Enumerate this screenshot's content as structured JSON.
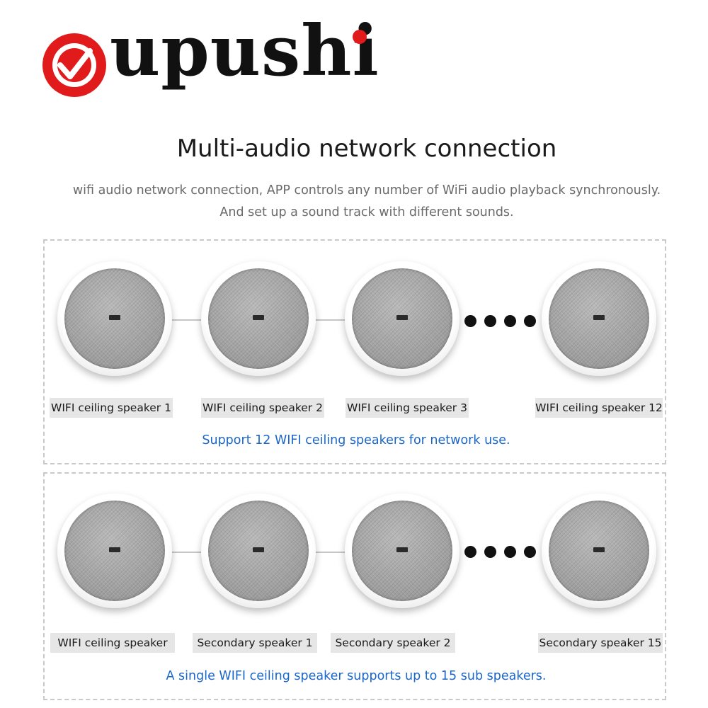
{
  "logo": {
    "text": "upushi",
    "brand_red": "#e11b1b",
    "icon": "oupushi-circle-logo-icon"
  },
  "header": {
    "title": "Multi-audio network connection",
    "description_line1": "wifi audio network connection, APP controls any number of WiFi audio playback synchronously.",
    "description_line2": "And set up a sound track with different sounds."
  },
  "panel1": {
    "labels": [
      "WIFI ceiling speaker 1",
      "WIFI ceiling speaker 2",
      "WIFI ceiling speaker 3",
      "WIFI ceiling speaker 12"
    ],
    "caption": "Support 12 WIFI ceiling speakers for network use."
  },
  "panel2": {
    "labels": [
      "WIFI ceiling speaker",
      "Secondary speaker 1",
      "Secondary speaker 2",
      "Secondary speaker 15"
    ],
    "caption": "A single WIFI ceiling speaker supports up to 15 sub speakers."
  },
  "colors": {
    "caption_blue": "#1a66c9",
    "label_bg": "#e6e6e6"
  }
}
